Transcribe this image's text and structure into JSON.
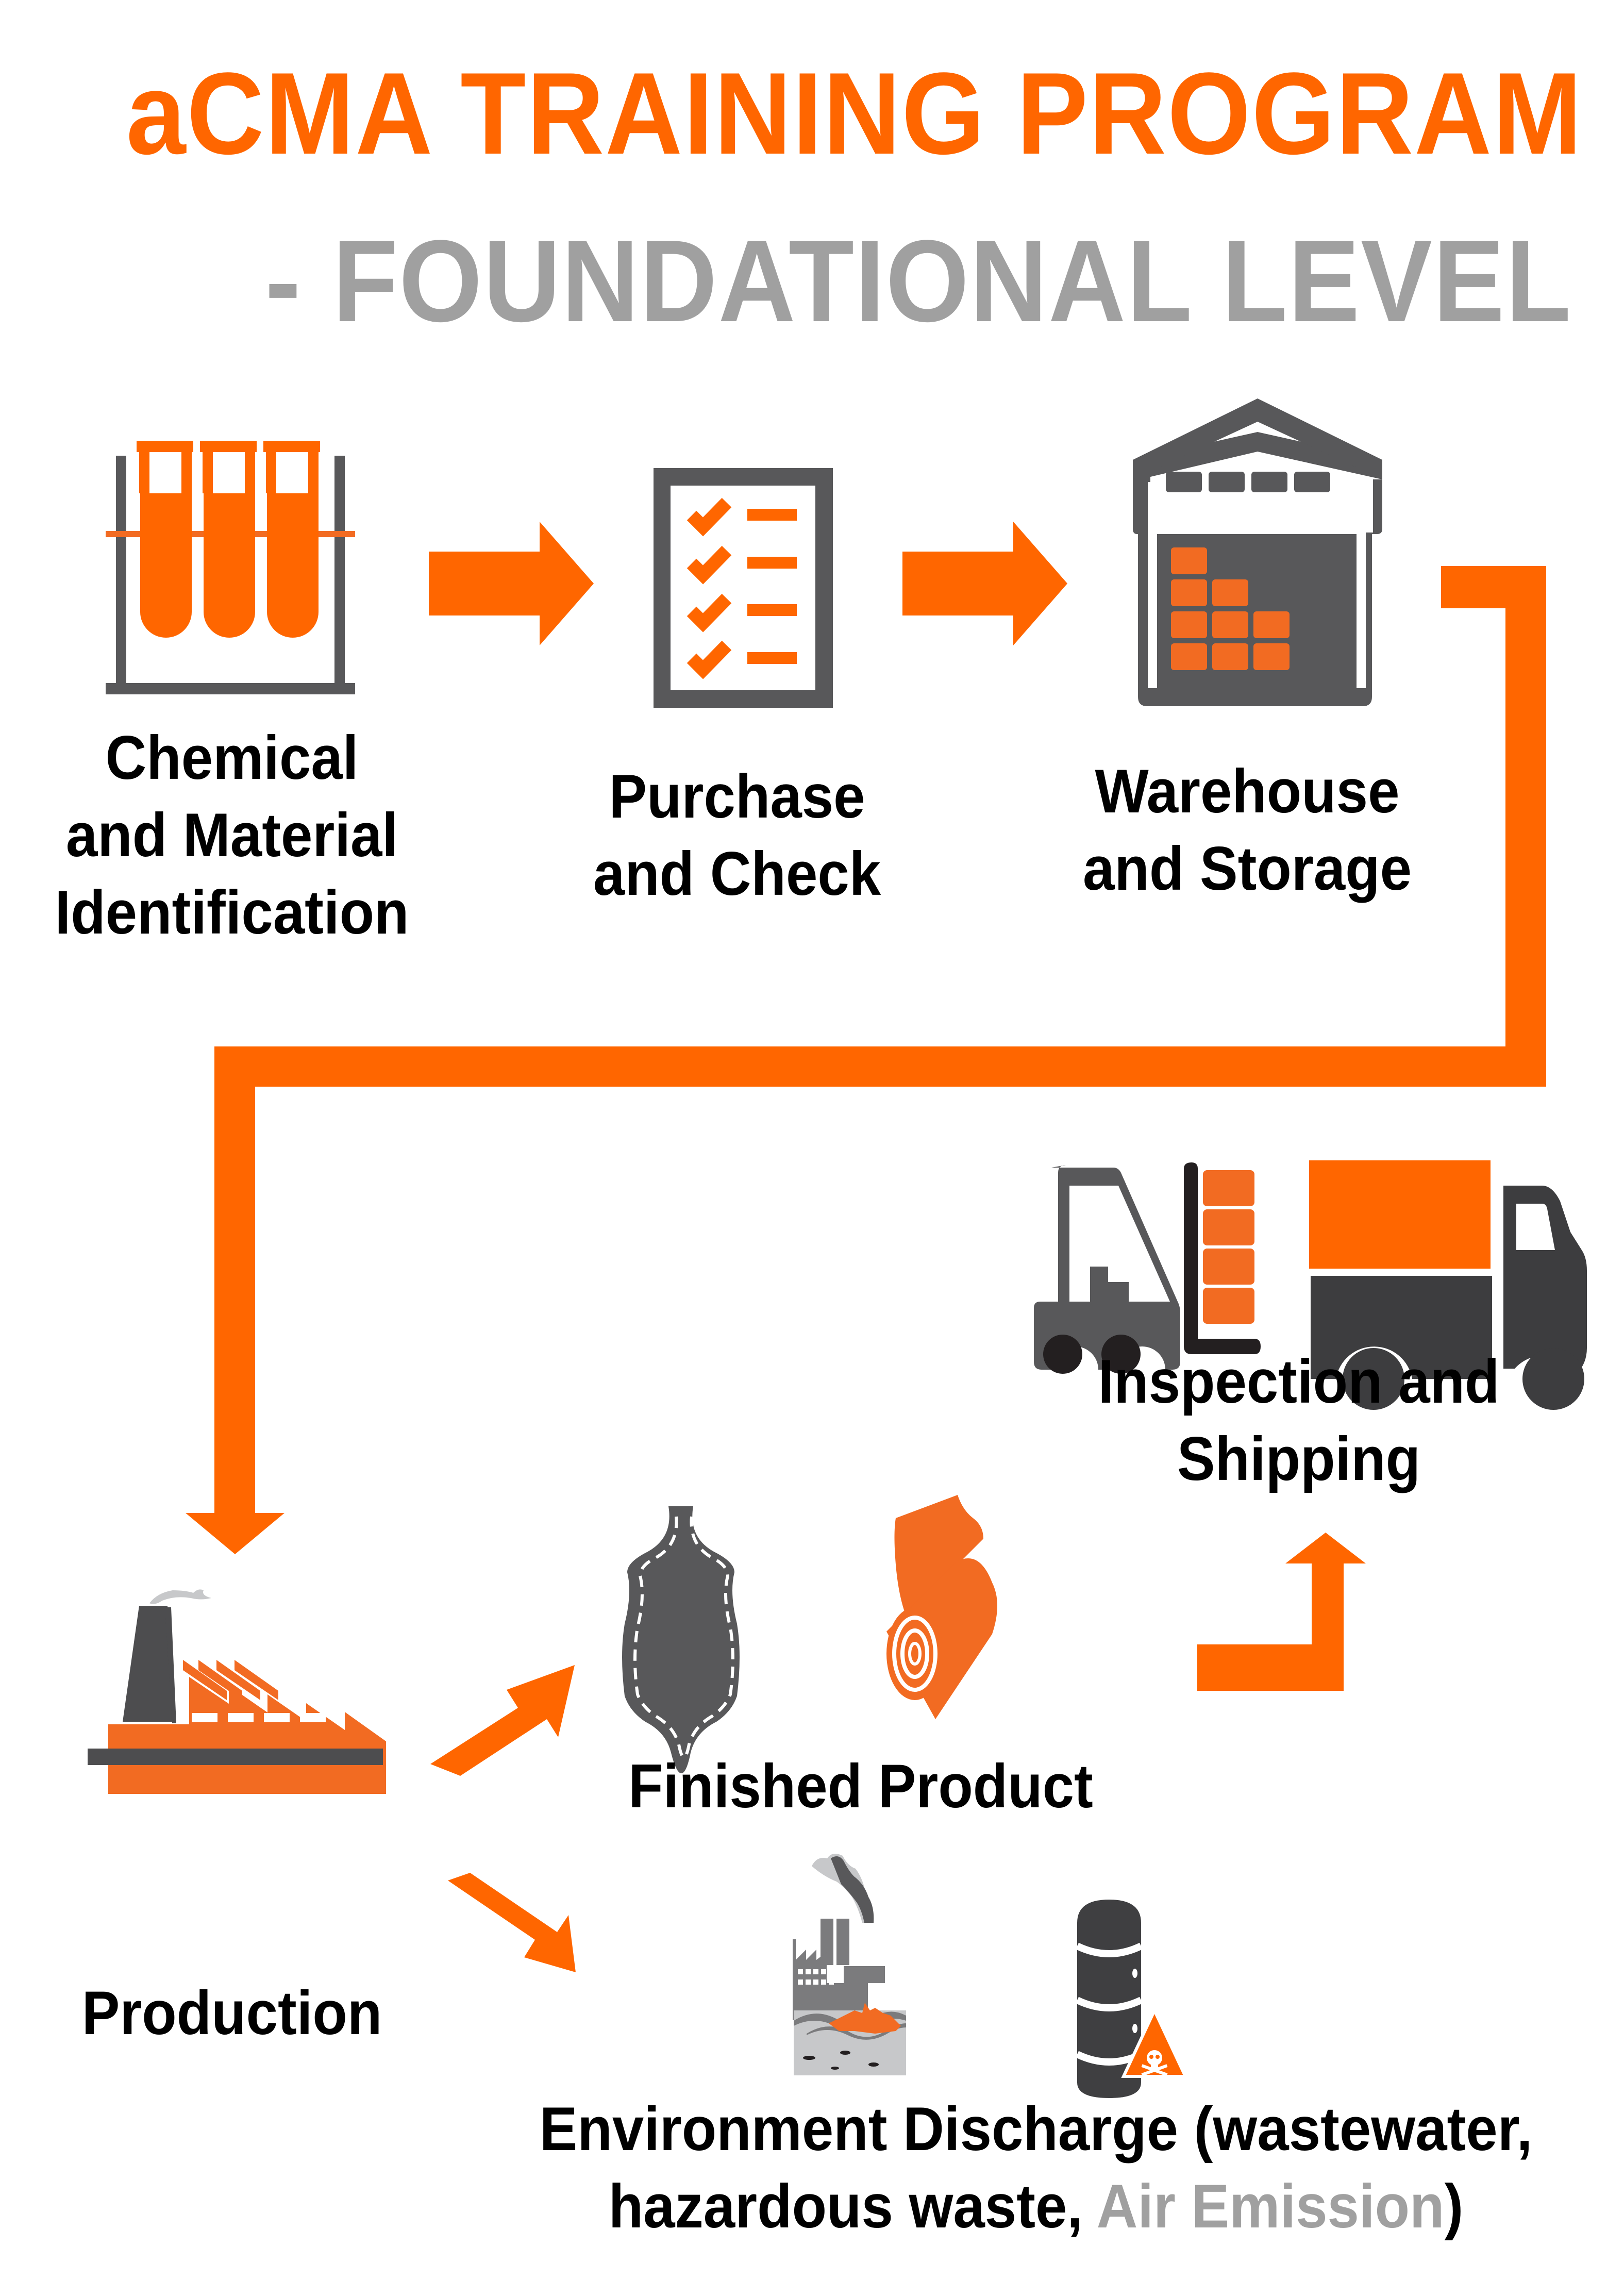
{
  "title": {
    "line1": "aCMA TRAINING PROGRAM",
    "line2": "- FOUNDATIONAL LEVEL"
  },
  "colors": {
    "accent": "#ff6600",
    "accent_soft": "#f26b22",
    "icon_gray": "#58585a",
    "subtitle_gray": "#a0a0a0",
    "text": "#000000"
  },
  "steps": {
    "chemical": {
      "icon": "test-tubes-icon",
      "lines": [
        "Chemical",
        "and Material",
        "Identification"
      ]
    },
    "purchase": {
      "icon": "checklist-icon",
      "lines": [
        "Purchase",
        "and Check"
      ]
    },
    "warehouse": {
      "icon": "warehouse-icon",
      "lines": [
        "Warehouse",
        "and Storage"
      ]
    },
    "production": {
      "icon": "factory-icon",
      "lines": [
        "Production"
      ]
    },
    "finished": {
      "icons": [
        "leather-hide-icon",
        "fabric-roll-icon"
      ],
      "lines": [
        "Finished Product"
      ]
    },
    "shipping": {
      "icons": [
        "forklift-icon",
        "delivery-truck-icon"
      ],
      "lines": [
        "Inspection and",
        "Shipping"
      ]
    },
    "environment": {
      "icons": [
        "pollution-factory-icon",
        "hazardous-barrel-icon"
      ],
      "line1": "Environment Discharge (wastewater,",
      "line2_black": "hazardous waste, ",
      "line2_gray": "Air Emission",
      "line2_end": ")"
    }
  },
  "connectors": [
    {
      "from": "chemical",
      "to": "purchase",
      "type": "arrow-right"
    },
    {
      "from": "purchase",
      "to": "warehouse",
      "type": "arrow-right"
    },
    {
      "from": "warehouse",
      "to": "production",
      "type": "elbow-connector-down"
    },
    {
      "from": "production",
      "to": "finished",
      "type": "arrow-up-right"
    },
    {
      "from": "production",
      "to": "environment",
      "type": "arrow-down-right"
    },
    {
      "from": "finished",
      "to": "shipping",
      "type": "elbow-arrow-up"
    }
  ]
}
